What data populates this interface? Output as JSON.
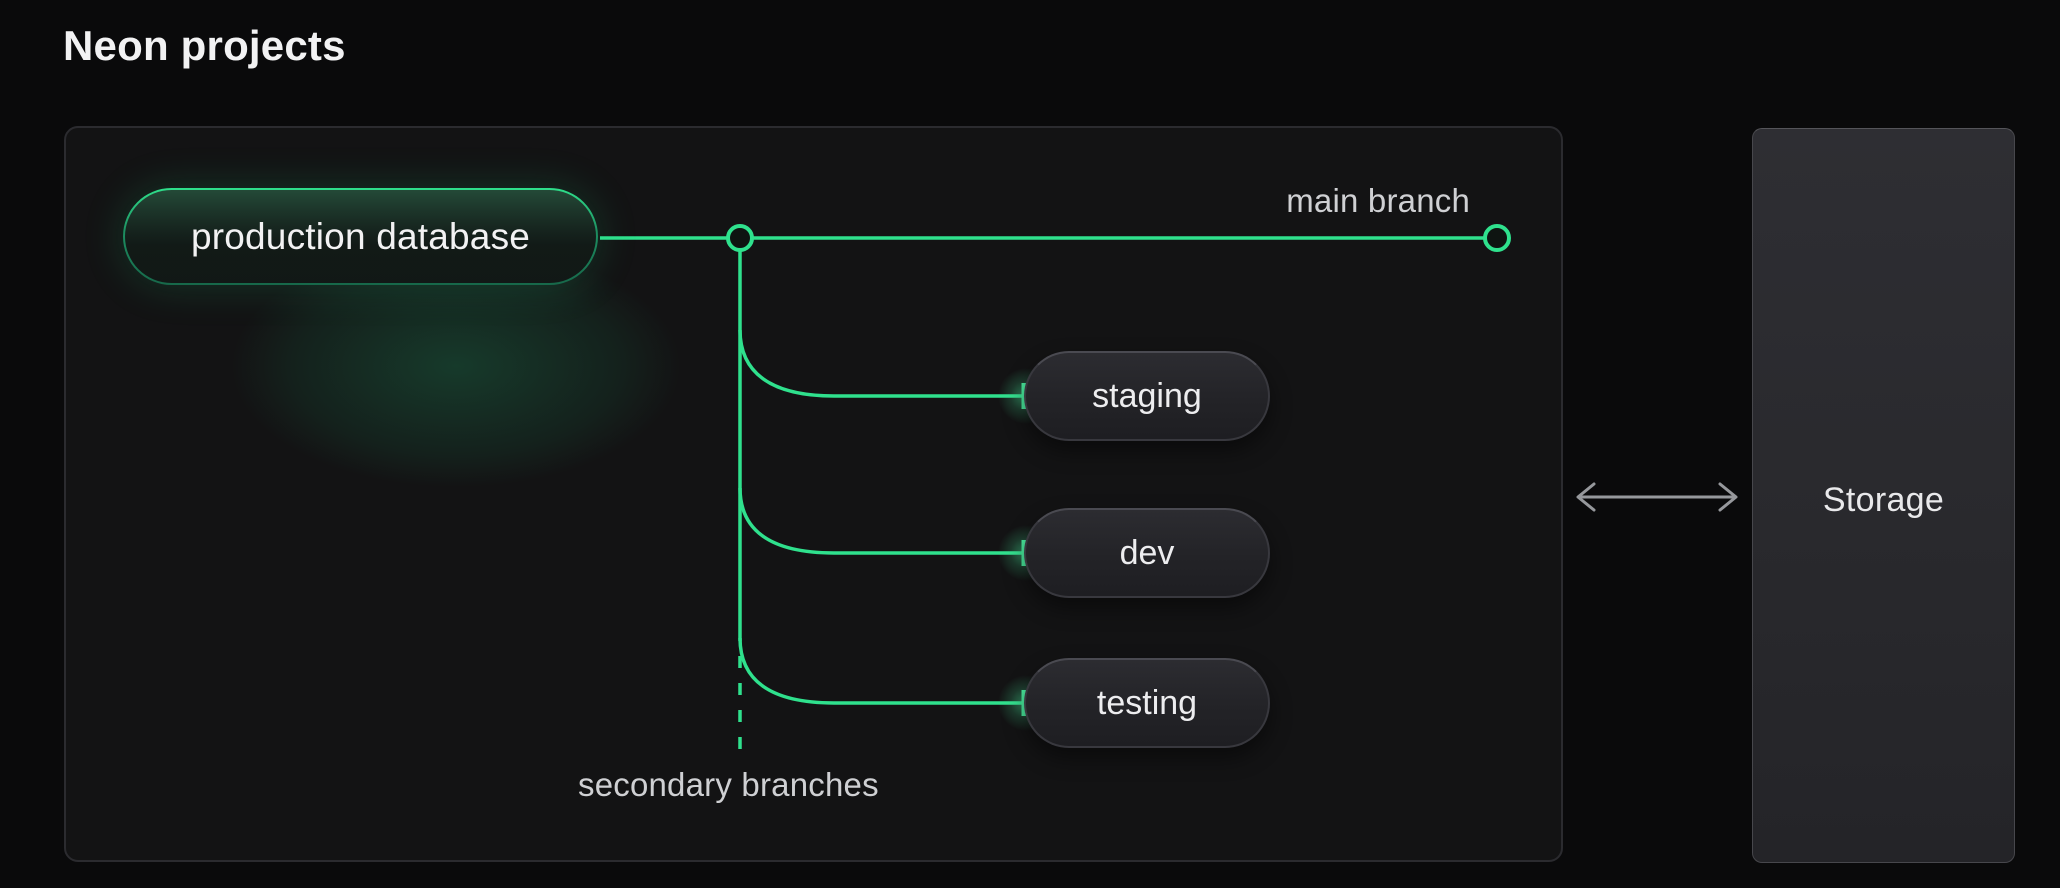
{
  "page": {
    "title": "Neon projects",
    "background": "#0a0a0b"
  },
  "diagram": {
    "production": {
      "label": "production database"
    },
    "branches": [
      {
        "label": "staging"
      },
      {
        "label": "dev"
      },
      {
        "label": "testing"
      }
    ],
    "annotations": {
      "main_branch": "main branch",
      "secondary_branches": "secondary branches"
    }
  },
  "storage": {
    "label": "Storage"
  },
  "icons": {
    "junction_commit": "open-circle",
    "branch_end_commit": "open-circle",
    "sync_arrow": "double-headed-arrow"
  },
  "colors": {
    "green": "#2fe18d",
    "glow": "#4aeb9e",
    "arrow": "#96989c",
    "panel_border": "#2b2b2f",
    "pill_border": "#3f3f45",
    "text_primary": "#f2f2f3",
    "text_secondary": "#cfd0d3"
  }
}
